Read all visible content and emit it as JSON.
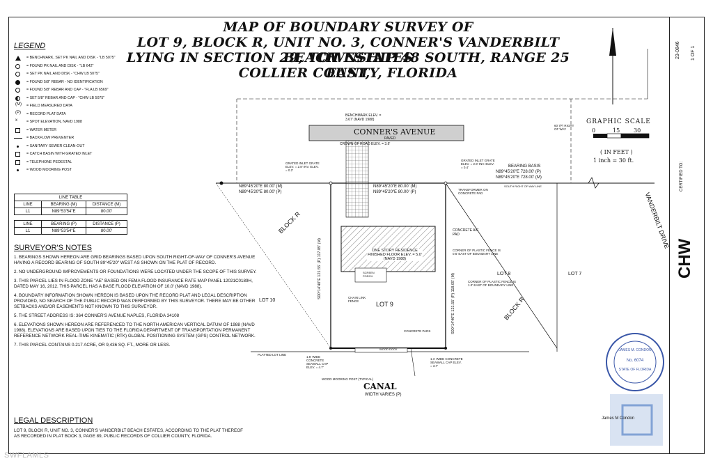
{
  "title": {
    "line1": "MAP OF BOUNDARY SURVEY OF",
    "line2": "LOT 9, BLOCK R, UNIT NO. 3, CONNER'S VANDERBILT BEACH ESTATES",
    "line3": "LYING IN SECTION 29, TOWNSHIP 48 SOUTH, RANGE 25 EAST,",
    "line4": "COLLIER COUNTY, FLORIDA"
  },
  "legend": {
    "title": "LEGEND",
    "items": [
      {
        "symbol": "triangle",
        "label": "= BENCHMARK, SET PK NAIL AND DISK - \"LB 5075\""
      },
      {
        "symbol": "ring",
        "label": "= FOUND PK NAIL AND DISK - \"LB 642\""
      },
      {
        "symbol": "ring",
        "label": "= SET PK NAIL AND DISK - \"CHW LB 5075\""
      },
      {
        "symbol": "dot",
        "label": "= FOUND 5/8\" REBAR - NO IDENTIFICATION"
      },
      {
        "symbol": "ring",
        "label": "= FOUND 5/8\" REBAR AND CAP - \"FLA LB 6569\""
      },
      {
        "symbol": "half",
        "label": "= SET 5/8\" REBAR AND CAP - \"CHW LB 5075\""
      },
      {
        "symbol": "(M)",
        "label": "= FIELD MEASURED DATA"
      },
      {
        "symbol": "(P)",
        "label": "= RECORD PLAT DATA"
      },
      {
        "symbol": "x",
        "label": "= SPOT ELEVATION, NAVD 1988"
      },
      {
        "symbol": "square",
        "label": "= WATER METER"
      },
      {
        "symbol": "line",
        "label": "= BACKFLOW PREVENTER"
      },
      {
        "symbol": "small",
        "label": "= SANITARY SEWER CLEAN-OUT"
      },
      {
        "symbol": "square",
        "label": "= CATCH BASIN WITH GRATED INLET"
      },
      {
        "symbol": "square",
        "label": "= TELEPHONE PEDESTAL"
      },
      {
        "symbol": "small",
        "label": "= WOOD MOORING POST"
      }
    ]
  },
  "line_table_m": {
    "title": "LINE TABLE",
    "headers": [
      "LINE",
      "BEARING (M)",
      "DISTANCE (M)"
    ],
    "rows": [
      [
        "L1",
        "N89°53'54\"E",
        "80.00'"
      ]
    ]
  },
  "line_table_p": {
    "headers": [
      "LINE",
      "BEARING (P)",
      "DISTANCE (P)"
    ],
    "rows": [
      [
        "L1",
        "N89°53'54\"E",
        "80.00'"
      ]
    ]
  },
  "notes": {
    "title": "SURVEYOR'S NOTES",
    "items": [
      "1. BEARINGS SHOWN HEREON ARE GRID BEARINGS BASED UPON SOUTH RIGHT-OF-WAY OF CONNER'S AVENUE HAVING A RECORD BEARING OF SOUTH 89°45'20\" WEST AS SHOWN ON THE PLAT OF RECORD.",
      "2. NO UNDERGROUND IMPROVEMENTS OR FOUNDATIONS WERE LOCATED UNDER THE SCOPE OF THIS SURVEY.",
      "3. THIS PARCEL LIES IN FLOOD ZONE \"AE\" BASED ON FEMA FLOOD INSURANCE RATE MAP PANEL 12021C0189H, DATED MAY 16, 2012. THIS PARCEL HAS A BASE FLOOD ELEVATION OF 10.0' (NAVD 1988).",
      "4. BOUNDARY INFORMATION SHOWN HEREON IS BASED UPON THE RECORD PLAT AND LEGAL DESCRIPTION PROVIDED, NO SEARCH OF THE PUBLIC RECORD WAS PERFORMED BY THIS SURVEYOR. THERE MAY BE OTHER SETBACKS AND/OR EASEMENTS NOT KNOWN TO THIS SURVEYOR.",
      "5. THE STREET ADDRESS IS: 364 CONNER'S AVENUE NAPLES, FLORIDA 34108",
      "6. ELEVATIONS SHOWN HEREON ARE REFERENCED TO THE NORTH AMERICAN VERTICAL DATUM OF 1988 (NAVD 1988). ELEVATIONS ARE BASED UPON TIES TO THE FLORIDA DEPARTMENT OF TRANSPORTATION PERMANENT REFERENCE NETWORK REAL-TIME KINEMATIC (RTK) GLOBAL POSITIONING SYSTEM (GPS) CONTROL NETWORK.",
      "7. THIS PARCEL CONTAINS 0.217 ACRE, OR 9,436 SQ. FT., MORE OR LESS."
    ]
  },
  "legal": {
    "title": "LEGAL DESCRIPTION",
    "text": "LOT 9, BLOCK R, UNIT NO. 3, CONNER'S VANDERBILT BEACH ESTATES, ACCORDING TO THE PLAT THEREOF AS RECORDED IN PLAT BOOK 3, PAGE 89, PUBLIC RECORDS OF COLLIER COUNTY, FLORIDA."
  },
  "plan": {
    "street": "CONNER'S AVENUE",
    "street_surface": "PAVED",
    "crown": "CROWN OF ROAD ELEV. = 3.6'",
    "benchmark": "BENCHMARK ELEV. = 3.67' (NAVD 1988)",
    "bearing_basis_title": "BEARING BASIS",
    "bearing_basis_1": "N89°45'20\"E 728.00' (P)",
    "bearing_basis_2": "N89°45'20\"E 728.00' (M)",
    "sr_row": "SOUTH RIGHT OF WAY LINE",
    "north_m": "N89°45'20\"E 80.00' (M)",
    "north_p": "N89°45'20\"E 80.00' (P)",
    "west_n_m": "N89°45'20\"E 80.00' (M)",
    "west_n_p": "N89°45'20\"E 80.00' (P)",
    "block_r": "BLOCK R",
    "block_r_2": "BLOCK R",
    "lot9": "LOT 9",
    "lot8": "LOT 8",
    "lot7": "LOT 7",
    "lot10": "LOT 10",
    "residence": "ONE STORY RESIDENCE FINISHED FLOOR ELEV. = 5.0' (NAVD 1988)",
    "pad": "CONCRETE A/C PAD",
    "canal": "CANAL",
    "canal_width": "WIDTH VARIES (P)",
    "vanderbilt": "VANDERBILT DRIVE",
    "west_side": "S00°14'40\"E 121.55' (P) 117.85' (M)",
    "east_side": "S00°14'40\"E 121.55' (P) 118.05' (M)",
    "plotted_lot_line": "PLATTED LOT LINE",
    "wood_dock": "WOOD DOCK",
    "seawall_w": "1.5' WIDE CONCRETE SEAWALL CAP ELEV. = 4.7'",
    "seawall_e": "1.1' WIDE CONCRETE SEAWALL CAP ELEV. = 3.7'",
    "mooring": "WOOD MOORING POST (TYPICAL)",
    "chain_link": "CHAIN LINK FENCE",
    "concrete_pads": "CONCRETE PADS",
    "screen_porch": "SCREEN PORCH",
    "transformer": "TRANSFORMER ON CONCRETE PAD",
    "fence_corner_1": "CORNER OF PLASTIC FENCE IS 0.6' EAST OF BOUNDARY LINE",
    "fence_corner_2": "CORNER OF PLASTIC FENCE IS 1.0' EAST OF BOUNDARY LINE",
    "grated_w": "GRATED INLET GRATE ELEV. = 2.8' INV. ELEV. = 0.2'",
    "grated_e": "GRATED INLET GRATE ELEV. = 2.9' INV. ELEV. = 0.4'",
    "row_60": "60' (P) RIGHT OF WAY"
  },
  "graphic_scale": {
    "title": "GRAPHIC SCALE",
    "ticks": [
      "0",
      "15",
      "30"
    ],
    "unit": "( IN FEET )",
    "ratio": "1 inch = 30 ft."
  },
  "titleblock": {
    "job": "23-0846",
    "sheet": "1 OF 1",
    "firm": "CHW",
    "certified": "CERTIFIED TO:"
  },
  "seal": {
    "name": "JAMES M. CONDON",
    "license": "No. 6074",
    "state": "STATE OF FLORIDA",
    "caption": "James M Condon"
  },
  "watermark": "SWFLAMLS",
  "colors": {
    "ink": "#111111",
    "road": "#cfcfcf",
    "seal": "#3a57a8",
    "watermark": "#2b63b8"
  }
}
